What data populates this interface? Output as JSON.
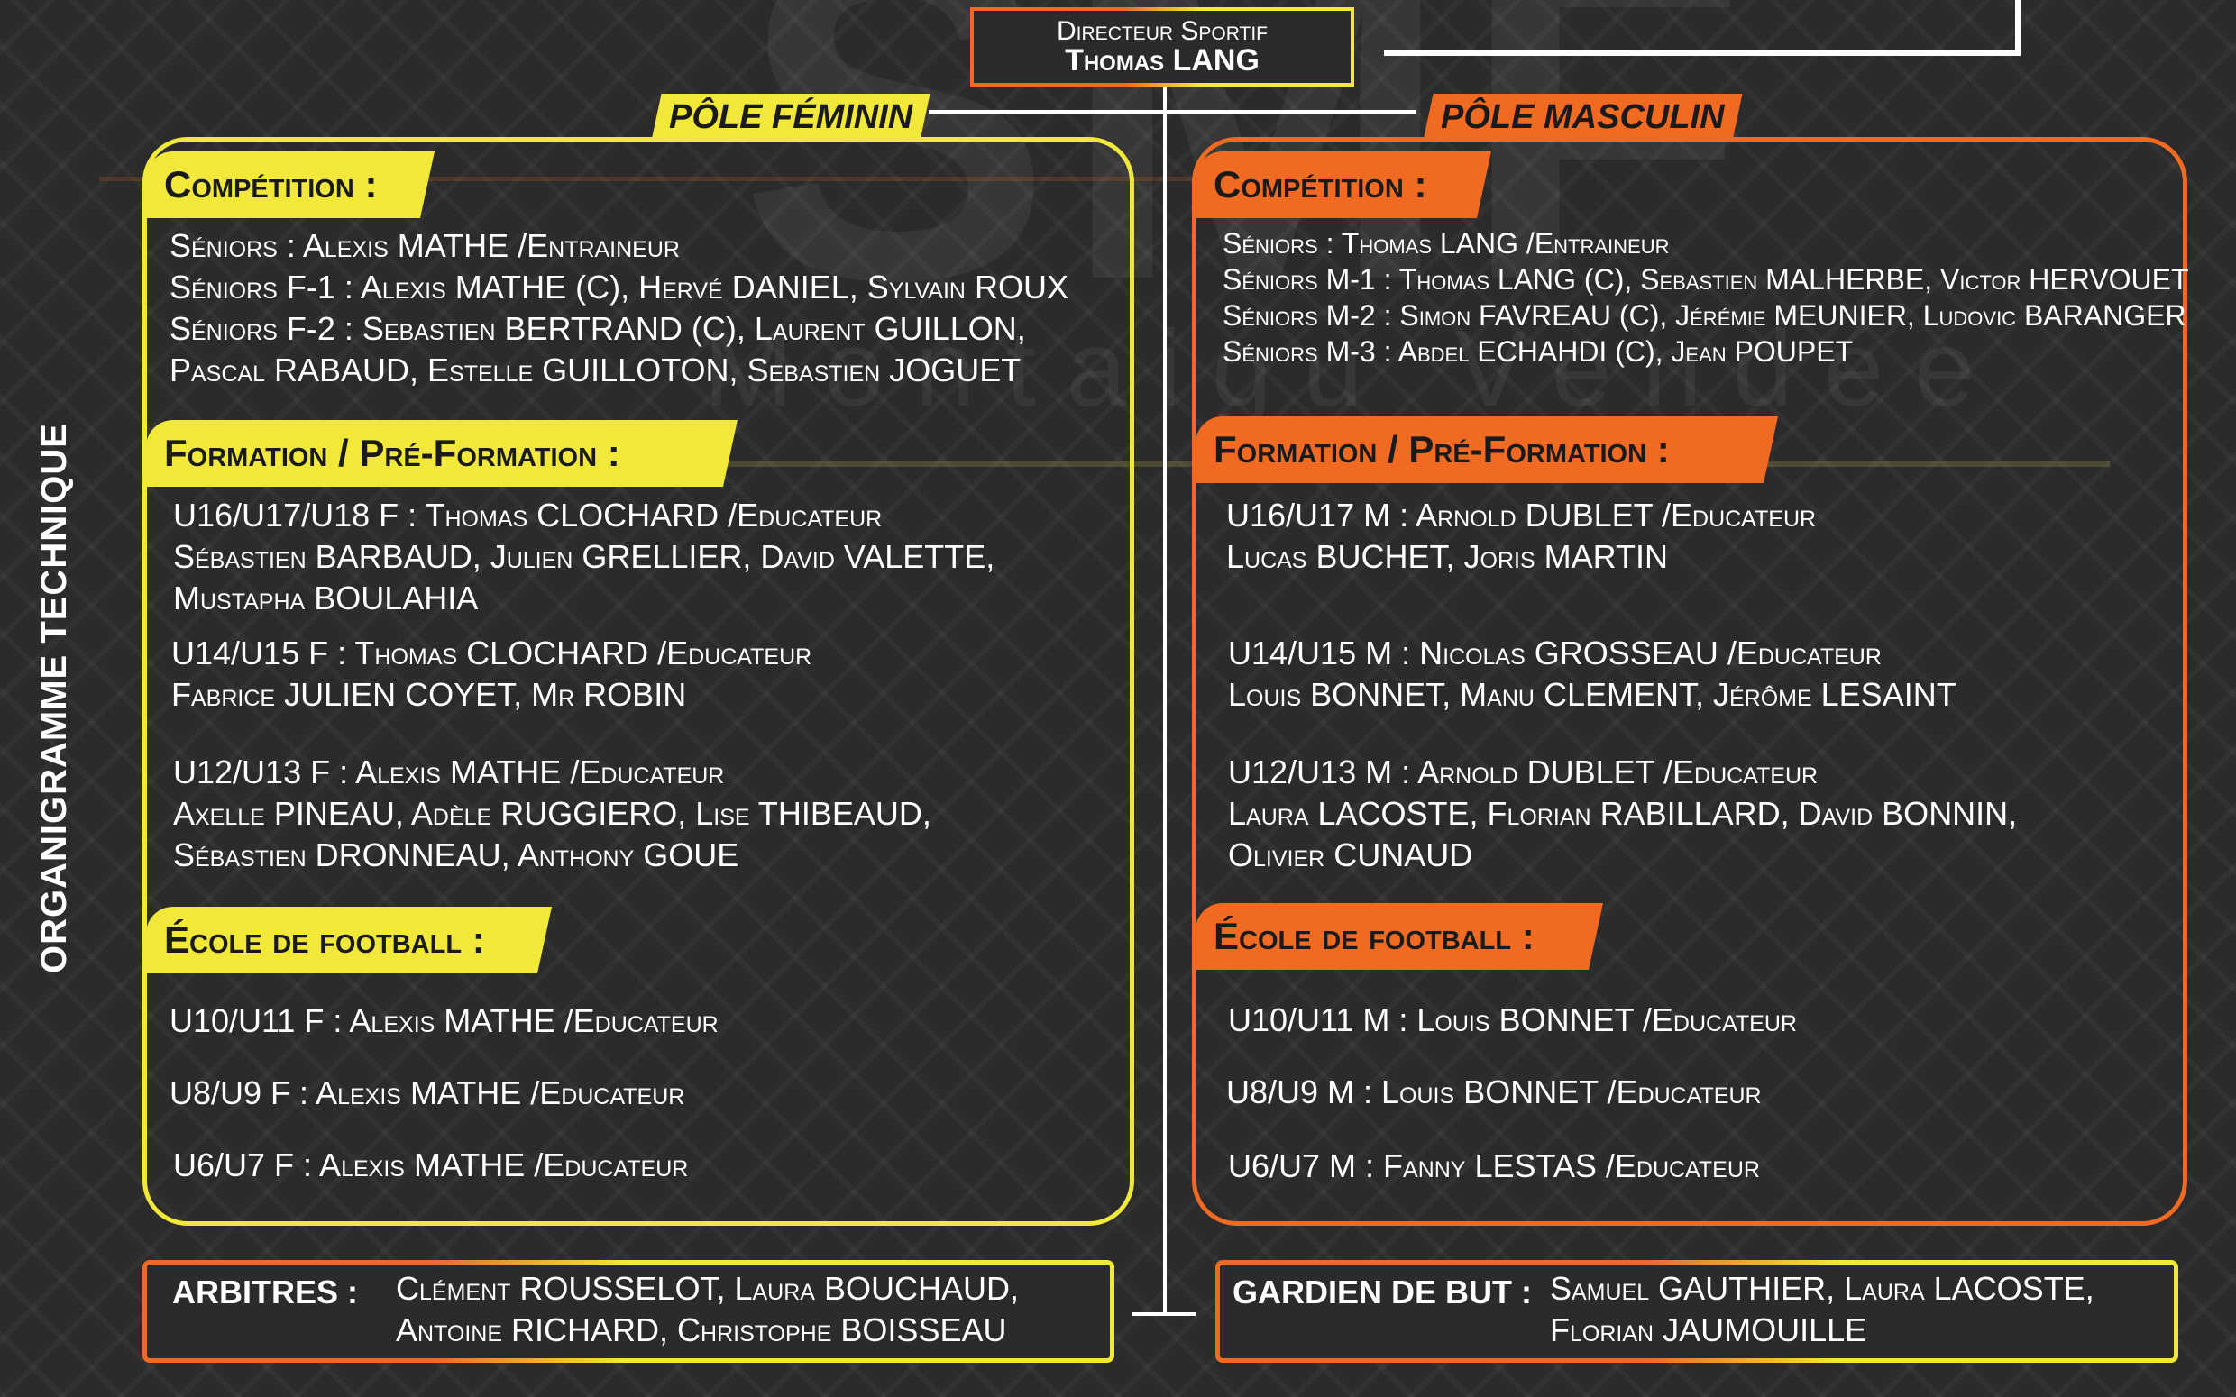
{
  "side_title": "ORGANIGRAMME TECHNIQUE",
  "director": {
    "role": "Directeur Sportif",
    "name": "Thomas LANG"
  },
  "pole_feminin": {
    "label": "PÔLE FÉMININ",
    "competition": {
      "heading": "Compétition :",
      "lines": [
        "Séniors : Alexis MATHE /Entraineur",
        "Séniors F-1 : Alexis MATHE (C), Hervé DANIEL, Sylvain ROUX",
        "Séniors F-2 : Sebastien BERTRAND (C), Laurent GUILLON,",
        "Pascal RABAUD, Estelle GUILLOTON, Sebastien JOGUET"
      ]
    },
    "formation": {
      "heading": "Formation / Pré-Formation :",
      "lines": [
        "U16/U17/U18 F : Thomas CLOCHARD /Educateur",
        "Sébastien BARBAUD, Julien GRELLIER, David VALETTE,",
        "Mustapha BOULAHIA",
        "U14/U15 F : Thomas CLOCHARD /Educateur",
        "Fabrice JULIEN COYET, Mr ROBIN",
        "U12/U13 F : Alexis MATHE /Educateur",
        "Axelle PINEAU, Adèle RUGGIERO, Lise THIBEAUD,",
        "Sébastien DRONNEAU, Anthony GOUE"
      ]
    },
    "ecole": {
      "heading": "École de football :",
      "lines": [
        "U10/U11 F : Alexis MATHE /Educateur",
        "U8/U9 F : Alexis MATHE /Educateur",
        "U6/U7 F : Alexis MATHE /Educateur"
      ]
    }
  },
  "pole_masculin": {
    "label": "PÔLE MASCULIN",
    "competition": {
      "heading": "Compétition :",
      "lines": [
        "Séniors : Thomas LANG /Entraineur",
        "Séniors M-1 : Thomas LANG (C), Sebastien MALHERBE, Victor HERVOUET",
        "Séniors M-2 : Simon FAVREAU (C), Jérémie MEUNIER, Ludovic BARANGER",
        "Séniors M-3 : Abdel ECHAHDI (C), Jean POUPET"
      ]
    },
    "formation": {
      "heading": "Formation / Pré-Formation :",
      "lines": [
        "U16/U17 M : Arnold DUBLET /Educateur",
        "Lucas BUCHET, Joris MARTIN",
        "U14/U15 M : Nicolas GROSSEAU /Educateur",
        "Louis BONNET, Manu CLEMENT, Jérôme LESAINT",
        "U12/U13 M : Arnold DUBLET /Educateur",
        "Laura LACOSTE, Florian RABILLARD, David BONNIN,",
        "Olivier CUNAUD"
      ]
    },
    "ecole": {
      "heading": "École de football :",
      "lines": [
        "U10/U11 M : Louis BONNET /Educateur",
        "U8/U9 M : Louis BONNET /Educateur",
        "U6/U7 M : Fanny LESTAS /Educateur"
      ]
    }
  },
  "arbitres": {
    "label": "ARBITRES  :",
    "lines": [
      "Clément ROUSSELOT, Laura BOUCHAUD,",
      "Antoine RICHARD, Christophe BOISSEAU"
    ]
  },
  "gardien": {
    "label": "GARDIEN DE BUT :",
    "lines": [
      "Samuel GAUTHIER, Laura LACOSTE,",
      "Florian JAUMOUILLE"
    ]
  },
  "watermark": {
    "logo": "SMF",
    "sub": "Montaigu Vendée"
  },
  "colors": {
    "yellow": "#f2e83a",
    "orange": "#f06a22",
    "background": "#2b2b2c"
  }
}
